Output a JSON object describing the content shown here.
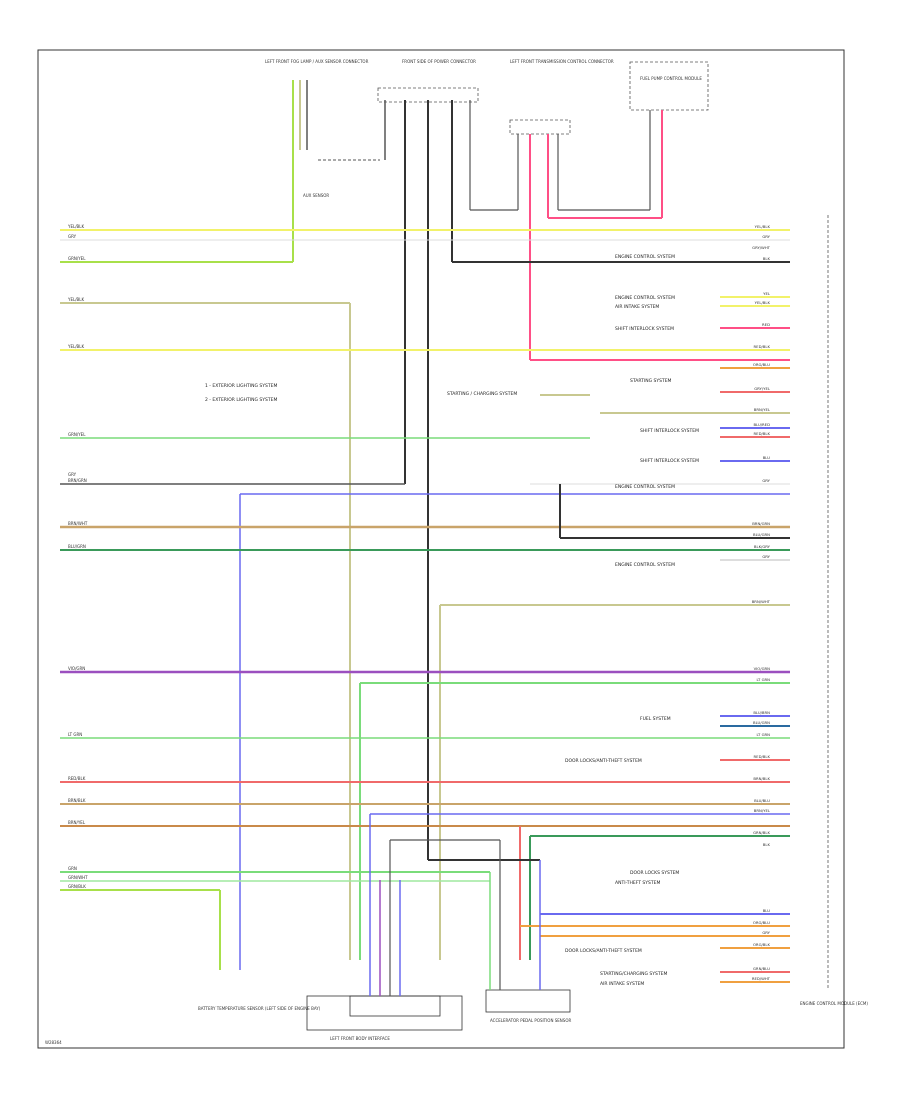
{
  "colors": {
    "yellow": "#f2f26a",
    "lime": "#a8e04a",
    "olive": "#c8c890",
    "gray": "#555555",
    "dark": "#333333",
    "pink": "#ff4f86",
    "red": "#f06a6a",
    "green": "#7adc7a",
    "brown": "#c9a46a",
    "violet": "#9b4fbf",
    "blue": "#6a6af0",
    "orange": "#f0a040",
    "lightgreen": "#9fe89f"
  },
  "components": {
    "top_left_connector": "LEFT FRONT FOG LAMP / AUX SENSOR CONNECTOR",
    "top_center_connector": "FRONT SIDE OF POWER CONNECTOR",
    "top_right_connector": "LEFT FRONT TRANSMISSION CONTROL CONNECTOR",
    "far_right_module": "FUEL PUMP CONTROL MODULE",
    "mid_left_note_1": "1 - EXTERIOR LIGHTING SYSTEM",
    "mid_left_note_2": "2 - EXTERIOR LIGHTING SYSTEM",
    "center_system": "STARTING / CHARGING SYSTEM",
    "bottom_left_sensor": "BATTERY TEMPERATURE SENSOR (LEFT SIDE OF ENGINE BAY)",
    "bottom_center_connector": "LEFT FRONT BODY INTERFACE",
    "bottom_right_connector": "ACCELERATOR PEDAL POSITION SENSOR",
    "right_module": "ENGINE CONTROL MODULE (ECM)",
    "corner_code": "W28364"
  },
  "right_labels": [
    "ENGINE CONTROL SYSTEM",
    "ENGINE CONTROL SYSTEM",
    "AIR INTAKE SYSTEM",
    "SHIFT INTERLOCK SYSTEM",
    "STARTING SYSTEM",
    "SHIFT INTERLOCK SYSTEM",
    "SHIFT INTERLOCK SYSTEM",
    "ENGINE CONTROL SYSTEM",
    "ENGINE CONTROL SYSTEM",
    "FUEL SYSTEM",
    "DOOR LOCKS/ANTI-THEFT SYSTEM",
    "DOOR LOCKS SYSTEM",
    "ANTI-THEFT SYSTEM",
    "DOOR LOCKS/ANTI-THEFT SYSTEM",
    "STARTING/CHARGING SYSTEM",
    "AIR INTAKE SYSTEM"
  ],
  "left_wire_labels": [
    "YEL/BLK",
    "GRY",
    "GRN/YEL",
    "YEL/BLK",
    "YEL/BLK",
    "GRN/YEL",
    "GRY",
    "BRN/WHT",
    "BRN/GRN",
    "BLU/GRN",
    "VIO/GRN",
    "LT GRN",
    "RED/BLK",
    "BRN/BLK",
    "BRN/YEL",
    "GRN",
    "GRN/WHT",
    "GRN/BLK"
  ],
  "right_wire_labels": [
    "YEL/BLK",
    "GRY",
    "GRY/WHT",
    "BLK",
    "YEL",
    "YEL/BLK",
    "RED",
    "RED/BLK",
    "ORG/BLU",
    "GRY/YEL",
    "BRN/YEL",
    "BLU/RED",
    "RED/BLK",
    "BLU",
    "GRY",
    "BRN/GRN",
    "BLU/GRN",
    "BLK/GRY",
    "GRY",
    "BRN/WHT",
    "VIO/GRN",
    "LT GRN",
    "BLU/BRN",
    "BLU/GRN",
    "LT GRN",
    "RED/BLK",
    "BRN/BLK",
    "BLU/BLU",
    "BRN/YEL",
    "GRN/BLK",
    "BLK",
    "BLU",
    "ORG/BLU",
    "GRY",
    "ORG/BLK",
    "GRN/BLU",
    "RED/WHT"
  ]
}
